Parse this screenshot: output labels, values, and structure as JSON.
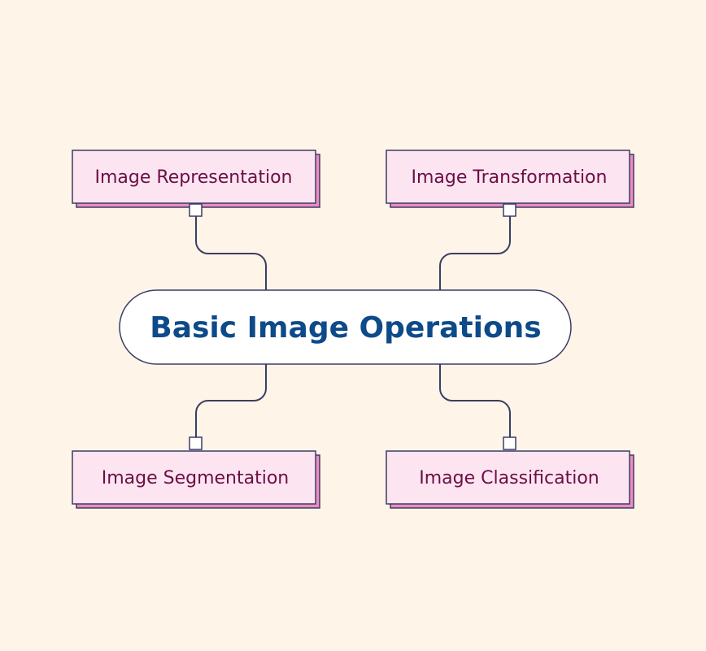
{
  "center": {
    "label": "Basic Image Operations"
  },
  "nodes": [
    {
      "label": "Image Representation"
    },
    {
      "label": "Image Transformation"
    },
    {
      "label": "Image Segmentation"
    },
    {
      "label": "Image Classification"
    }
  ],
  "colors": {
    "background": "#fef4e7",
    "box_fill": "#fde4f1",
    "box_shadow": "#ee8cc0",
    "stroke": "#3b3d66",
    "node_text": "#6b0f45",
    "center_text": "#0d4a8a"
  }
}
